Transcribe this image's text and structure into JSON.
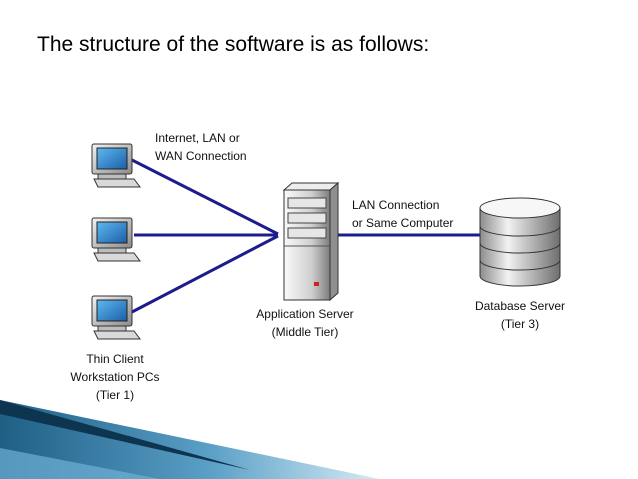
{
  "slide": {
    "title": "The structure of the software is as follows:"
  },
  "diagram": {
    "network_label_line1": "Internet, LAN or",
    "network_label_line2": "WAN Connection",
    "link_label_line1": "LAN Connection",
    "link_label_line2": "or Same Computer",
    "client": {
      "line1": "Thin Client",
      "line2": "Workstation PCs",
      "line3": "(Tier 1)"
    },
    "app_server": {
      "line1": "Application Server",
      "line2": "(Middle Tier)"
    },
    "db_server": {
      "line1": "Database Server",
      "line2": "(Tier 3)"
    },
    "colors": {
      "connection_line": "#1c1c8c",
      "monitor_screen": "#2e8bd6",
      "decor_band": "#2a6f95"
    }
  }
}
